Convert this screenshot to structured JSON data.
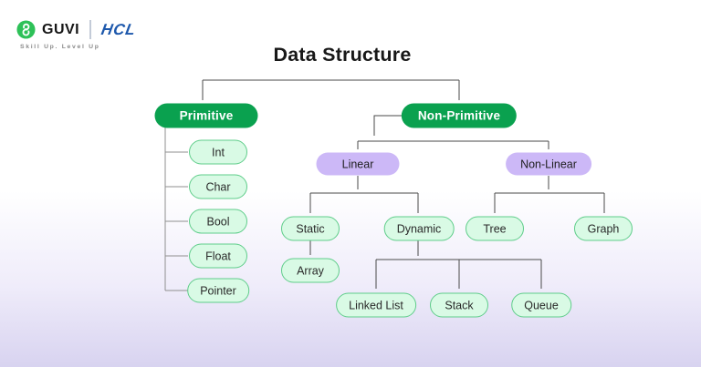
{
  "header": {
    "brand": "GUVI",
    "partner": "HCL",
    "tagline": "Skill Up. Level Up"
  },
  "title": "Data Structure",
  "diagram": {
    "nodes": {
      "primitive": "Primitive",
      "non_primitive": "Non-Primitive",
      "linear": "Linear",
      "non_linear": "Non-Linear",
      "int": "Int",
      "char": "Char",
      "bool": "Bool",
      "float": "Float",
      "pointer": "Pointer",
      "static": "Static",
      "dynamic": "Dynamic",
      "tree": "Tree",
      "graph": "Graph",
      "array": "Array",
      "linked_list": "Linked List",
      "stack": "Stack",
      "queue": "Queue"
    },
    "colors": {
      "root_fill": "#0aa14f",
      "root_text": "#ffffff",
      "category_fill": "#ccb8f7",
      "leaf_fill": "#d9fae5",
      "leaf_border": "#5fcd8a",
      "connector": "#4a4a4a",
      "trunk": "#8f8f8f",
      "hcl_blue": "#1d58ac",
      "guvi_green": "#2ec158"
    }
  }
}
